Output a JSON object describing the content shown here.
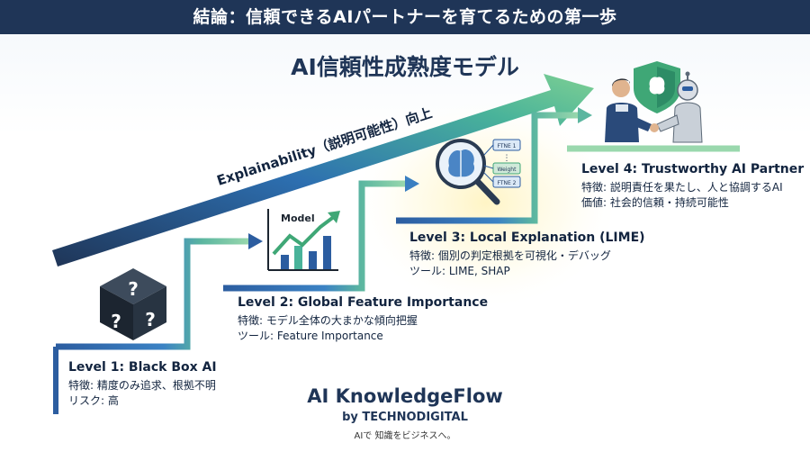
{
  "header": {
    "title": "結論：信頼できるAIパートナーを育てるための第一歩"
  },
  "diagram": {
    "title": "AI信頼性成熟度モデル",
    "arrow_label": "Explainability（説明可能性）向上",
    "levels": [
      {
        "title": "Level 1: Black Box AI",
        "line1": "特徴: 精度のみ追求、根拠不明",
        "line2": "リスク: 高"
      },
      {
        "title": "Level 2: Global Feature Importance",
        "line1": "特徴: モデル全体の大まかな傾向把握",
        "line2": "ツール: Feature Importance"
      },
      {
        "title": "Level 3: Local Explanation (LIME)",
        "line1": "特徴: 個別の判定根拠を可視化・デバッグ",
        "line2": "ツール: LIME, SHAP"
      },
      {
        "title": "Level 4: Trustworthy AI Partner",
        "line1": "特徴: 説明責任を果たし、人と協調するAI",
        "line2": "価値: 社会的信頼・持続可能性"
      }
    ],
    "icons": {
      "cube_mark": "?",
      "chart_label": "Model",
      "lens_labels": [
        "FTNE 1",
        "Weight",
        "FTNE 2"
      ]
    }
  },
  "brand": {
    "name": "AI KnowledgeFlow",
    "by": "by TECHNODIGITAL",
    "tagline": "AIで 知識をビジネスへ。"
  },
  "colors": {
    "navy": "#1f3557",
    "blue": "#2d6fb0",
    "teal": "#49b39a",
    "green": "#6cc38f"
  }
}
